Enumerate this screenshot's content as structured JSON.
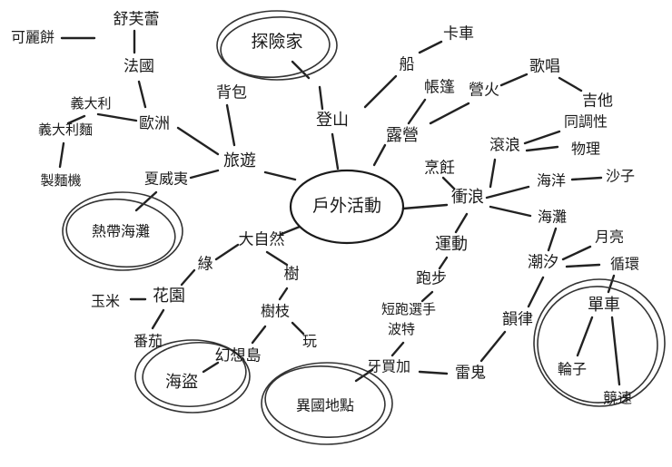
{
  "center": {
    "label": "戶外活動"
  },
  "nodes": {
    "keli_bing": "可麗餅",
    "shufulei": "舒芙蕾",
    "faguo": "法國",
    "ouzhou": "歐洲",
    "yidali_mian": "義大利麵",
    "yidali": "義大利",
    "zhi_mianji": "製麵機",
    "beibao": "背包",
    "lvyou": "旅遊",
    "xiaweiyi": "夏威夷",
    "redai_haitan": "熱帶海灘",
    "tanxianjia": "探險家",
    "dengshan": "登山",
    "chuan": "船",
    "kache": "卡車",
    "zhangpeng": "帳篷",
    "luying": "露營",
    "pengren": "烹飪",
    "yinghuo": "營火",
    "gechang": "歌唱",
    "jita": "吉他",
    "langlang": "滾浪",
    "tongdiaoxing": "同調性",
    "wuli": "物理",
    "chonglang": "衝浪",
    "haiyang": "海洋",
    "shazi": "沙子",
    "haitan": "海灘",
    "chaoxi": "潮汐",
    "yueliang": "月亮",
    "xunhuan": "循環",
    "yunlv": "韻律",
    "danche": "單車",
    "lunzi": "輪子",
    "jingsu": "競速",
    "ziran": "大自然",
    "lv": "綠",
    "huayuan": "花園",
    "yumi": "玉米",
    "fanqie": "番茄",
    "shu": "樹",
    "shuzhi": "樹枝",
    "wan": "玩",
    "huanxiangdao": "幻想島",
    "haidao": "海盜",
    "yundong": "運動",
    "paobu": "跑步",
    "duanpao": "短跑選手",
    "bote": "波特",
    "yamaijia": "牙買加",
    "yiguo": "異國地點",
    "leigui": "雷鬼"
  }
}
